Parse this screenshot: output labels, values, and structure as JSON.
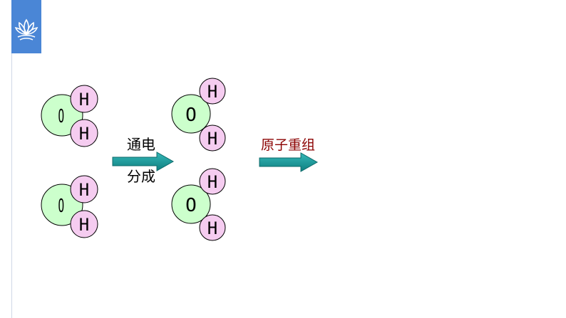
{
  "logo": {
    "icon": "lotus-icon",
    "color": "#4a86d6"
  },
  "atoms": {
    "oxygen": "O",
    "hydrogen": "H"
  },
  "colors": {
    "oxygen_fill": "#ccffcc",
    "hydrogen_fill": "#f5ccf0",
    "arrow": "#1a9a9a",
    "label_black": "#000000",
    "label_red": "#8b0000"
  },
  "steps": [
    {
      "label_top": "通电",
      "label_bottom": "分成"
    },
    {
      "label_top": "原子重组"
    }
  ]
}
